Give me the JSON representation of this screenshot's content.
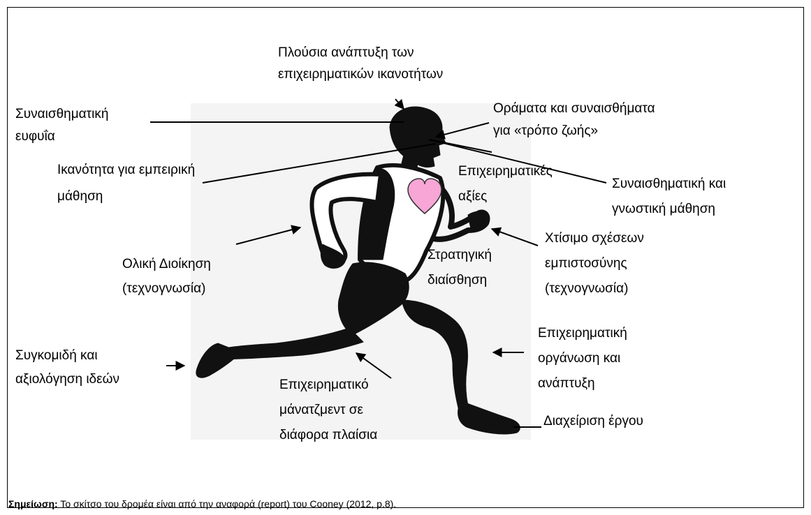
{
  "labels": {
    "rich_development_1": "Πλούσια ανάπτυξη των",
    "rich_development_2": "επιχειρηματικών ικανοτήτων",
    "emotional_intelligence_1": "Συναισθηματική",
    "emotional_intelligence_2": "ευφυΐα",
    "visions_1": "Οράματα και συναισθήματα",
    "visions_2": "για «τρόπο ζωής»",
    "experiential_learning_1": "Ικανότητα για εμπειρική",
    "experiential_learning_2": "μάθηση",
    "business_values_1": "Επιχειρηματικές",
    "business_values_2": "αξίες",
    "emotional_cognitive_1": "Συναισθηματική και",
    "emotional_cognitive_2": "γνωστική μάθηση",
    "total_management_1": "Ολική Διοίκηση",
    "total_management_2": "(τεχνογνωσία)",
    "strategic_sense_1": "Στρατηγική",
    "strategic_sense_2": "διαίσθηση",
    "trust_building_1": "Χτίσιμο σχέσεων",
    "trust_building_2": "εμπιστοσύνης",
    "trust_building_3": "(τεχνογνωσία)",
    "business_organization_1": "Επιχειρηματική",
    "business_organization_2": "οργάνωση και",
    "business_organization_3": "ανάπτυξη",
    "idea_harvest_1": "Συγκομιδή και",
    "idea_harvest_2": "αξιολόγηση ιδεών",
    "business_management_1": "Επιχειρηματικό",
    "business_management_2": "μάνατζμεντ σε",
    "business_management_3": "διάφορα πλαίσια",
    "project_management": "Διαχείριση έργου"
  },
  "note": {
    "label": "Σημείωση:",
    "text": " Το σκίτσο του δρομέα είναι από την αναφορά (report) του Cooney (2012, p.8)."
  },
  "colors": {
    "heart": "#f7a6d6",
    "figure": "#111111"
  }
}
